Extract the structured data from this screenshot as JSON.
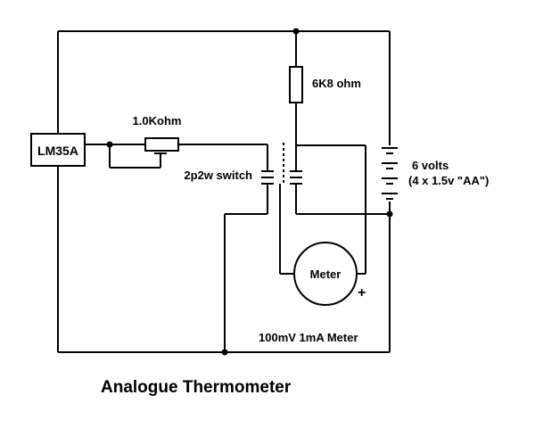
{
  "labels": {
    "sensor": "LM35A",
    "pot": "1.0Kohm",
    "resistor": "6K8 ohm",
    "switch": "2p2w switch",
    "battery_line1": "6 volts",
    "battery_line2": "(4 x 1.5v \"AA\")",
    "meter": "Meter",
    "meter_polarity": "+",
    "meter_desc": "100mV 1mA Meter",
    "title": "Analogue Thermometer"
  }
}
